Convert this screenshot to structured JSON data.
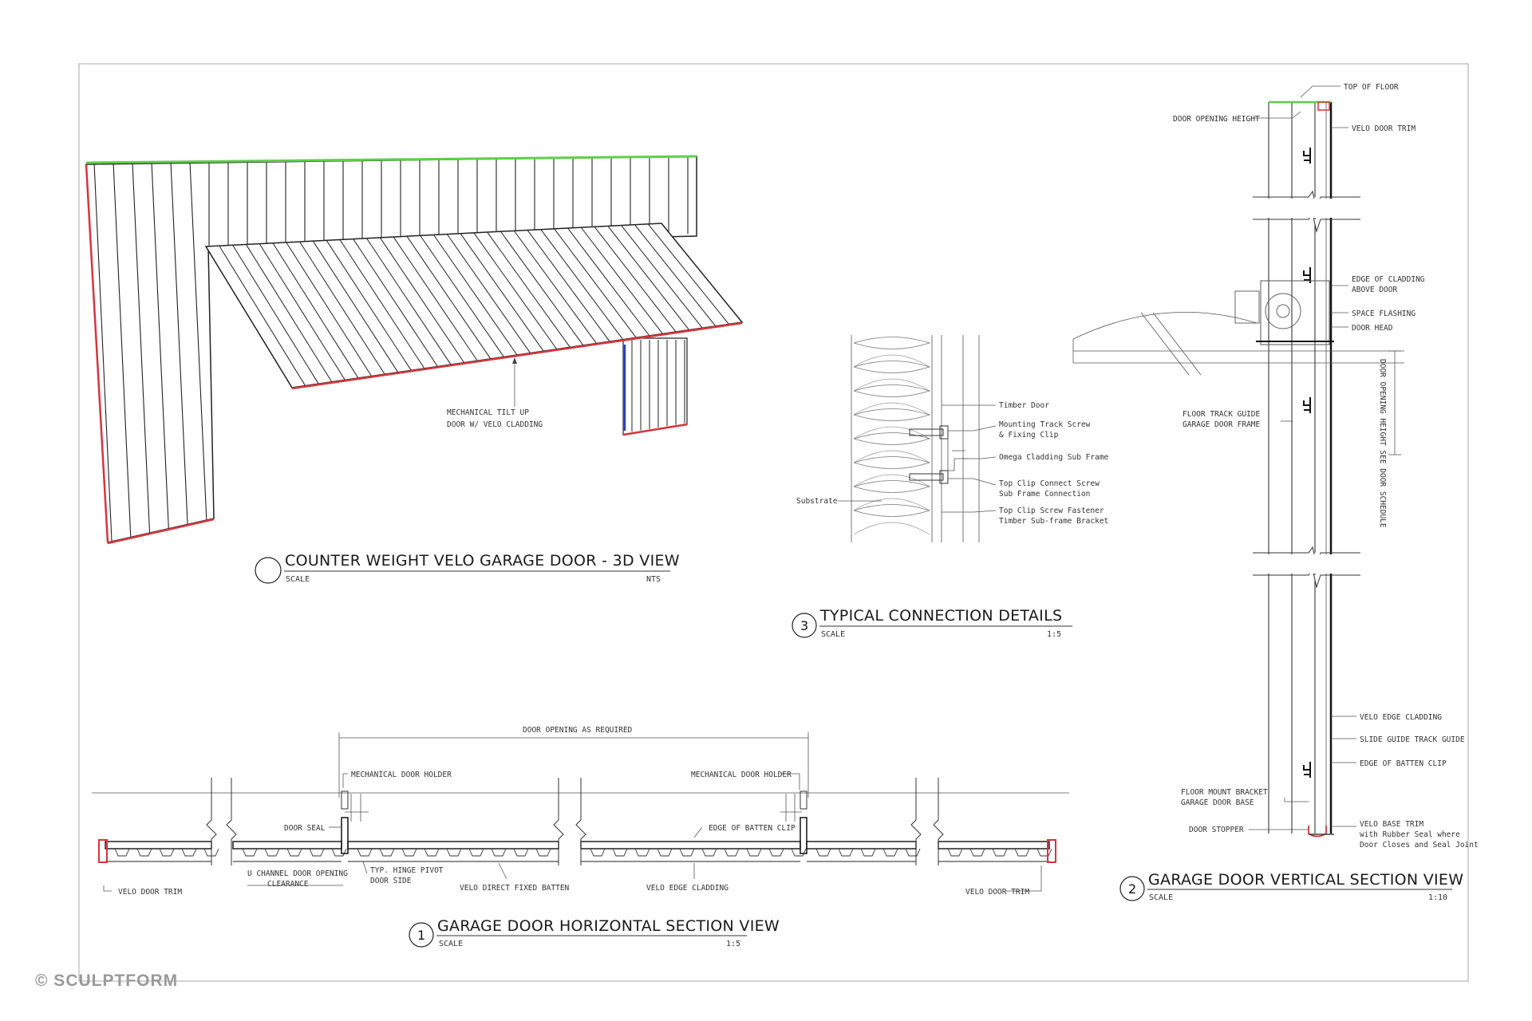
{
  "watermark": "© SCULPTFORM",
  "colors": {
    "top_edge": "#5fcf4a",
    "cut_edge": "#d8343c",
    "side_edge": "#2c3cc8",
    "line": "#222222"
  },
  "views": {
    "view_3d": {
      "title": "COUNTER WEIGHT VELO GARAGE DOOR - 3D VIEW",
      "scale_label": "SCALE",
      "scale_value": "NTS",
      "number": ""
    },
    "connection": {
      "number": "3",
      "title": "TYPICAL CONNECTION DETAILS",
      "scale_label": "SCALE",
      "scale_value": "1:5"
    },
    "horizontal": {
      "number": "1",
      "title": "GARAGE DOOR HORIZONTAL SECTION VIEW",
      "scale_label": "SCALE",
      "scale_value": "1:5"
    },
    "vertical": {
      "number": "2",
      "title": "GARAGE DOOR VERTICAL SECTION VIEW",
      "scale_label": "SCALE",
      "scale_value": "1:10"
    }
  },
  "notes": {
    "d3d_note_1": "MECHANICAL TILT UP",
    "d3d_note_2": "DOOR W/ VELO CLADDING",
    "conn_1": "Timber Door",
    "conn_2a": "Mounting Track Screw",
    "conn_2b": "& Fixing Clip",
    "conn_3": "Omega Cladding Sub Frame",
    "conn_4a": "Top Clip Connect Screw",
    "conn_4b": "Sub Frame Connection",
    "conn_5a": "Top Clip Screw Fastener",
    "conn_5b": "Timber Sub-frame Bracket",
    "conn_left": "Substrate",
    "v_top": "TOP OF FLOOR",
    "v_1": "DOOR OPENING HEIGHT",
    "v_2": "VELO DOOR TRIM",
    "v_3a": "EDGE OF CLADDING",
    "v_3b": "ABOVE DOOR",
    "v_4": "SPACE FLASHING",
    "v_5": "DOOR HEAD",
    "v_6a": "FLOOR TRACK GUIDE",
    "v_6b": "GARAGE DOOR FRAME",
    "v_side": "DOOR OPENING HEIGHT SEE DOOR SCHEDULE",
    "v_7": "VELO EDGE CLADDING",
    "v_8": "SLIDE GUIDE TRACK GUIDE",
    "v_9": "EDGE OF BATTEN CLIP",
    "v_10a": "FLOOR MOUNT BRACKET",
    "v_10b": "GARAGE DOOR BASE",
    "v_11": "DOOR STOPPER",
    "v_12a": "VELO BASE TRIM",
    "v_12b": "with Rubber Seal where",
    "v_12c": "Door Closes and Seal Joint",
    "h_dim": "DOOR OPENING AS REQUIRED",
    "h_1": "MECHANICAL DOOR HOLDER",
    "h_2": "MECHANICAL DOOR HOLDER",
    "h_3": "DOOR SEAL",
    "h_4": "EDGE OF BATTEN CLIP",
    "h_5": "VELO DOOR TRIM",
    "h_6a": "U CHANNEL DOOR OPENING",
    "h_6b": "CLEARANCE",
    "h_7a": "TYP. HINGE PIVOT",
    "h_7b": "DOOR SIDE",
    "h_8": "VELO DIRECT FIXED BATTEN",
    "h_9": "VELO EDGE CLADDING",
    "h_10": "VELO DOOR TRIM"
  }
}
